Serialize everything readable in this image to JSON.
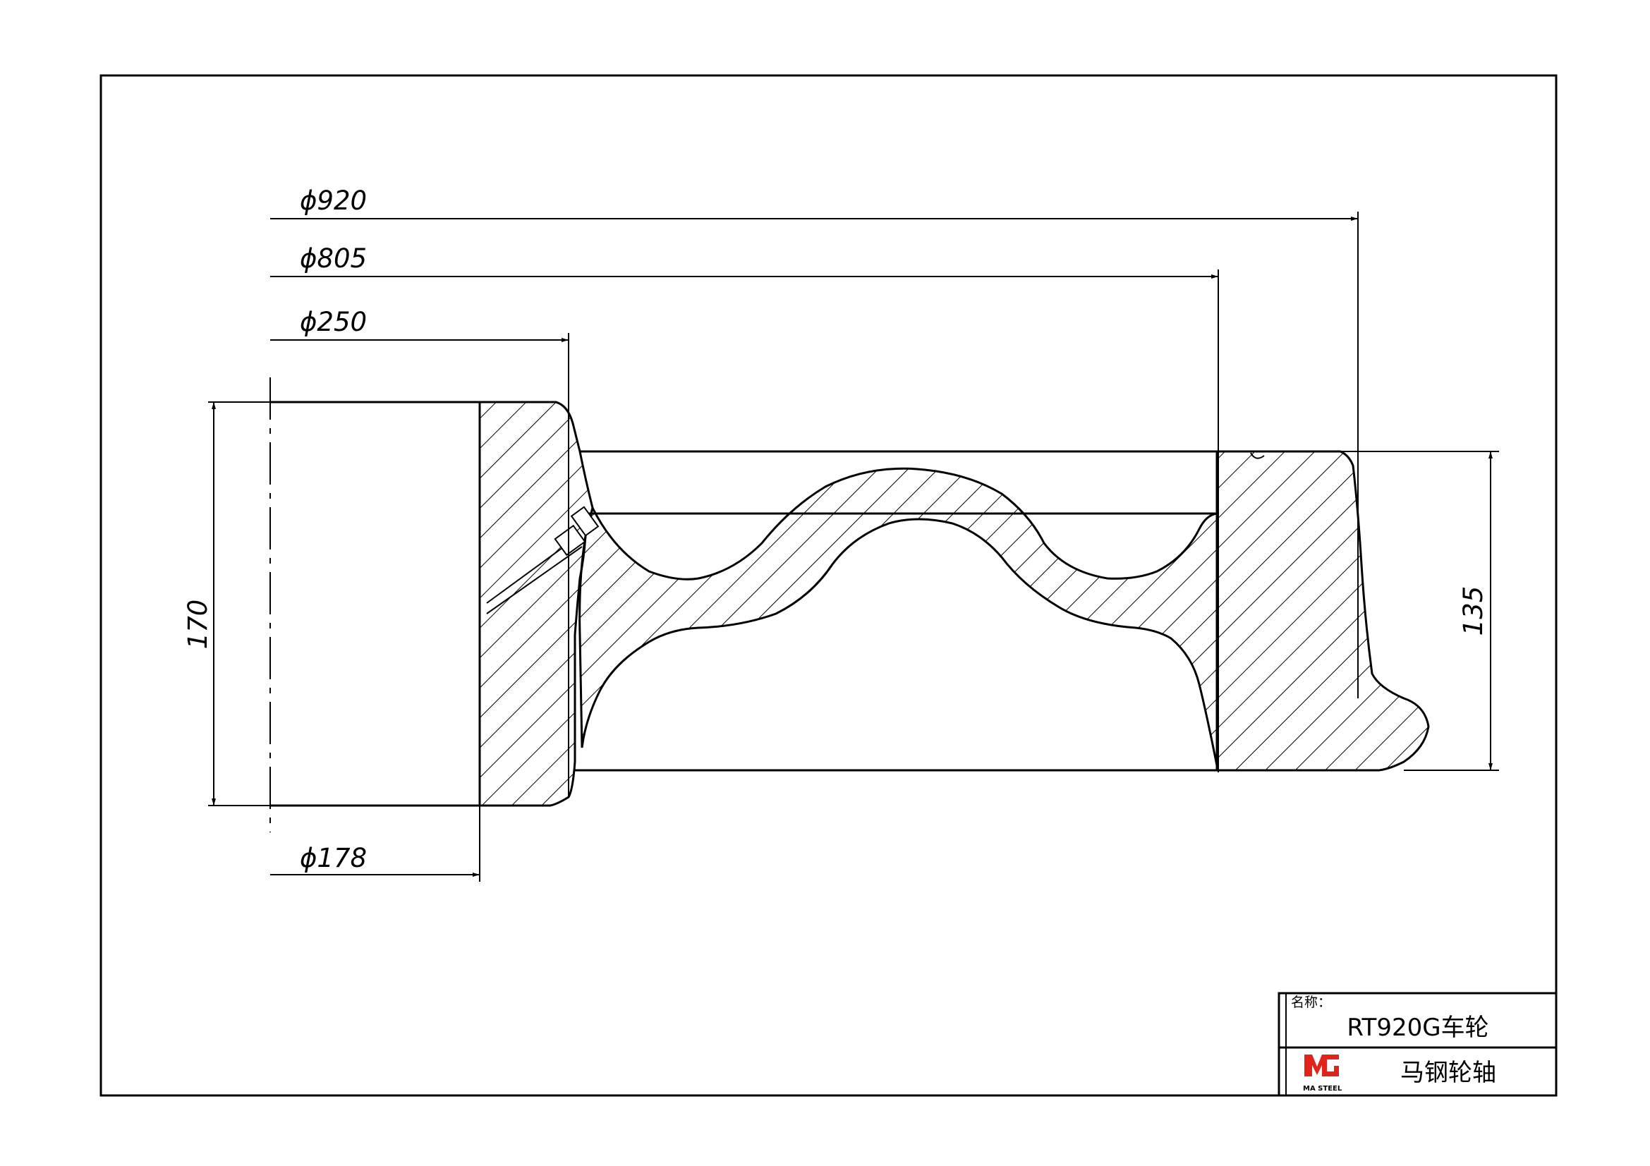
{
  "drawing": {
    "dimensions": {
      "d920": "ϕ920",
      "d805": "ϕ805",
      "d250": "ϕ250",
      "d178": "ϕ178",
      "hub_length": "170",
      "rim_width": "135"
    }
  },
  "title_block": {
    "name_label": "名称：",
    "name_value": "RT920G车轮",
    "company": "马钢轮轴",
    "logo_text": "MA STEEL",
    "logo_color": "#e2231a"
  }
}
